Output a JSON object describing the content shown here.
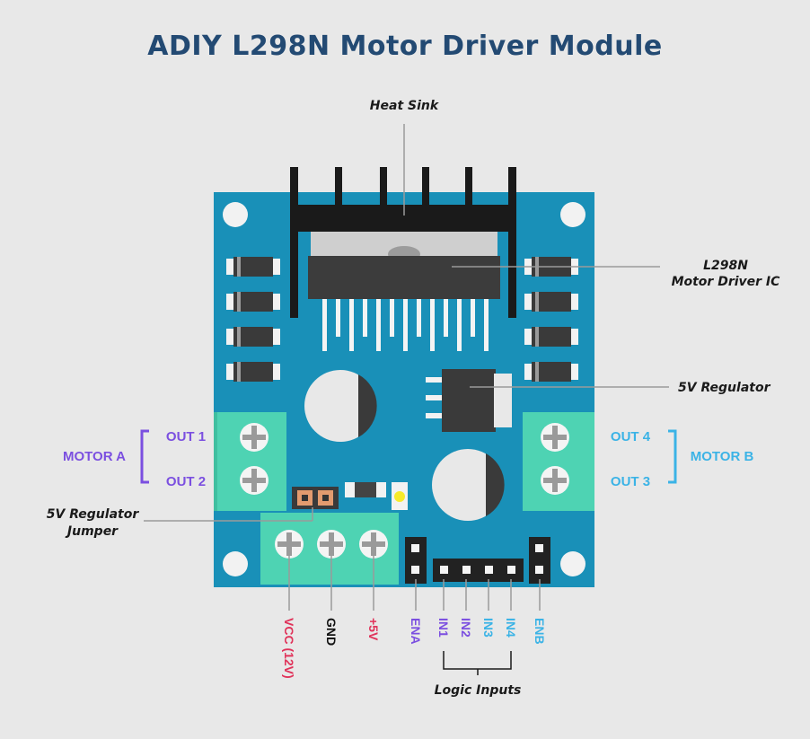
{
  "title": "ADIY L298N Motor Driver Module",
  "callouts": {
    "heat_sink": "Heat Sink",
    "ic_line1": "L298N",
    "ic_line2": "Motor Driver IC",
    "regulator": "5V Regulator",
    "jumper_line1": "5V Regulator",
    "jumper_line2": "Jumper",
    "logic_inputs": "Logic Inputs"
  },
  "motor_a": {
    "label": "MOTOR A",
    "out1": "OUT 1",
    "out2": "OUT 2",
    "color": "#7b4fe0"
  },
  "motor_b": {
    "label": "MOTOR B",
    "out4": "OUT 4",
    "out3": "OUT 3",
    "color": "#3bb3e6"
  },
  "pins": {
    "vcc": {
      "label": "VCC (12V)",
      "color": "#e0335a"
    },
    "gnd": {
      "label": "GND",
      "color": "#111111"
    },
    "v5": {
      "label": "+5V",
      "color": "#e0335a"
    },
    "ena": {
      "label": "ENA",
      "color": "#7b4fe0"
    },
    "in1": {
      "label": "IN1",
      "color": "#7b4fe0"
    },
    "in2": {
      "label": "IN2",
      "color": "#7b4fe0"
    },
    "in3": {
      "label": "IN3",
      "color": "#3bb3e6"
    },
    "in4": {
      "label": "IN4",
      "color": "#3bb3e6"
    },
    "enb": {
      "label": "ENB",
      "color": "#3bb3e6"
    }
  },
  "colors": {
    "board": "#1990b8",
    "terminal": "#4ed3b3",
    "heatsink": "#1a1a1a",
    "title": "#234a73"
  }
}
